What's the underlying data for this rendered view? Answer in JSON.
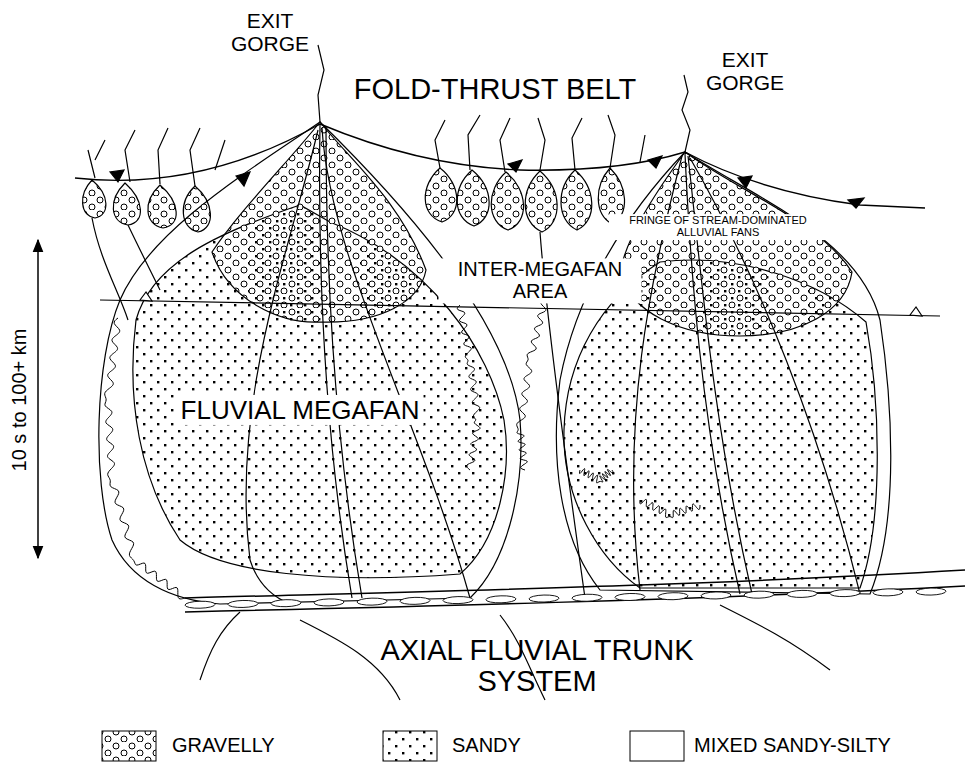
{
  "diagram": {
    "labels": [
      "EXIT GORGE",
      "EXIT GORGE",
      "FOLD-THRUST BELT",
      "FRINGE OF STREAM-DOMINATED ALLUVIAL FANS",
      "INTER-MEGAFAN AREA",
      "FLUVIAL MEGAFAN",
      "AXIAL FLUVIAL TRUNK SYSTEM",
      "10 s to 100+ km"
    ],
    "legend": [
      {
        "text": "GRAVELLY"
      },
      {
        "text": "SANDY"
      },
      {
        "text": "MIXED SANDY-SILTY"
      }
    ]
  }
}
